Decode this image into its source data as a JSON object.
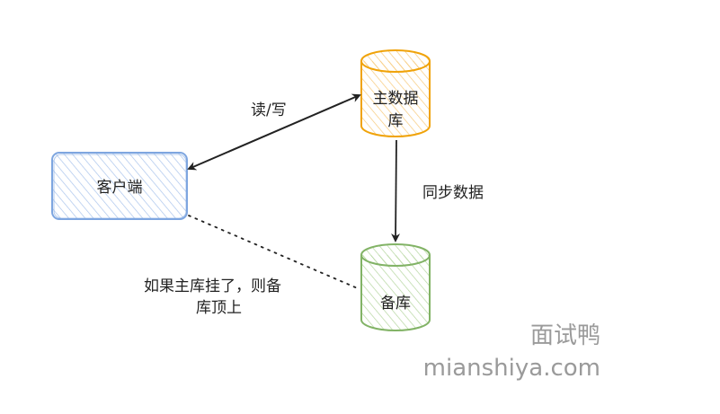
{
  "nodes": {
    "client": {
      "label": "客户端"
    },
    "primary_db": {
      "label_line1": "主数据",
      "label_line2": "库"
    },
    "standby_db": {
      "label": "备库"
    }
  },
  "edges": {
    "read_write": {
      "label": "读/写"
    },
    "sync": {
      "label": "同步数据"
    },
    "failover": {
      "label_line1": "如果主库挂了，则备",
      "label_line2": "库顶上"
    }
  },
  "watermark": {
    "line1": "面试鸭",
    "line2": "mianshiya.com"
  },
  "colors": {
    "client_stroke": "#7ea6e0",
    "client_hatch": "#aac4ec",
    "primary_stroke": "#f0a30a",
    "primary_hatch": "#f7c97a",
    "standby_stroke": "#82b366",
    "standby_hatch": "#b5d6a0",
    "edge": "#222222"
  }
}
